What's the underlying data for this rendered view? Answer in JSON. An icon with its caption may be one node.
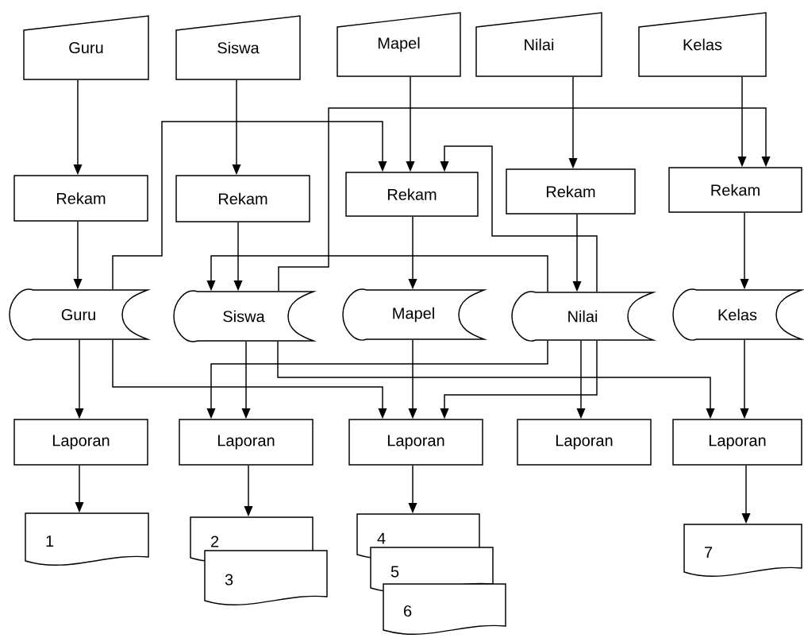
{
  "diagram": {
    "nodes": [
      {
        "text": [
          "Guru"
        ]
      },
      {
        "text": [
          "Siswa"
        ]
      },
      {
        "text": [
          "Mapel"
        ]
      },
      {
        "text": [
          "Nilai"
        ]
      },
      {
        "text": [
          "Kelas"
        ]
      },
      {
        "text": [
          "Rekam"
        ]
      },
      {
        "text": [
          "Rekam"
        ]
      },
      {
        "text": [
          "Rekam"
        ]
      },
      {
        "text": [
          "Rekam"
        ]
      },
      {
        "text": [
          "Rekam"
        ]
      },
      {
        "text": [
          "Guru"
        ]
      },
      {
        "text": [
          "Siswa"
        ]
      },
      {
        "text": [
          "Mapel"
        ]
      },
      {
        "text": [
          "Nilai"
        ]
      },
      {
        "text": [
          "Kelas"
        ]
      },
      {
        "text": [
          "Laporan"
        ]
      },
      {
        "text": [
          "Laporan"
        ]
      },
      {
        "text": [
          "Laporan"
        ]
      },
      {
        "text": [
          "Laporan"
        ]
      },
      {
        "text": [
          "Laporan"
        ]
      },
      {
        "text": [
          "1"
        ]
      },
      {
        "text": [
          "2"
        ]
      },
      {
        "text": [
          "3"
        ]
      },
      {
        "text": [
          "4"
        ]
      },
      {
        "text": [
          "5"
        ]
      },
      {
        "text": [
          "6"
        ]
      },
      {
        "text": [
          "7"
        ]
      }
    ],
    "edges": [
      {
        "from": 0,
        "to": 5,
        "arrow": "to"
      },
      {
        "from": 1,
        "to": 6,
        "arrow": "to"
      },
      {
        "from": 2,
        "to": 7,
        "arrow": "to"
      },
      {
        "from": 3,
        "to": 8,
        "arrow": "to"
      },
      {
        "from": 4,
        "to": 9,
        "arrow": "to"
      },
      {
        "from": 5,
        "to": 10,
        "arrow": "to"
      },
      {
        "from": 6,
        "to": 11,
        "arrow": "to"
      },
      {
        "from": 7,
        "to": 12,
        "arrow": "to"
      },
      {
        "from": 8,
        "to": 13,
        "arrow": "to"
      },
      {
        "from": 9,
        "to": 14,
        "arrow": "to"
      },
      {
        "from": 10,
        "to": 15,
        "arrow": "to"
      },
      {
        "from": 11,
        "to": 16,
        "arrow": "to"
      },
      {
        "from": 12,
        "to": 17,
        "arrow": "to"
      },
      {
        "from": 13,
        "to": 18,
        "arrow": "to"
      },
      {
        "from": 14,
        "to": 19,
        "arrow": "to"
      },
      {
        "from": 15,
        "to": 20,
        "arrow": "to"
      },
      {
        "from": 16,
        "to": 21,
        "arrow": "to"
      },
      {
        "from": 17,
        "to": 23,
        "arrow": "to"
      },
      {
        "from": 19,
        "to": 26,
        "arrow": "to"
      },
      {
        "from": 10,
        "to": 7,
        "arrow": "to"
      },
      {
        "from": 11,
        "to": 9,
        "arrow": "to"
      },
      {
        "from": 13,
        "to": 11,
        "arrow": "to"
      },
      {
        "from": 13,
        "to": 7,
        "arrow": "to"
      },
      {
        "from": 10,
        "to": 17,
        "arrow": "to"
      },
      {
        "from": 11,
        "to": 19,
        "arrow": "to"
      },
      {
        "from": 13,
        "to": 16,
        "arrow": "to"
      },
      {
        "from": 13,
        "to": 17,
        "arrow": "to"
      }
    ]
  }
}
